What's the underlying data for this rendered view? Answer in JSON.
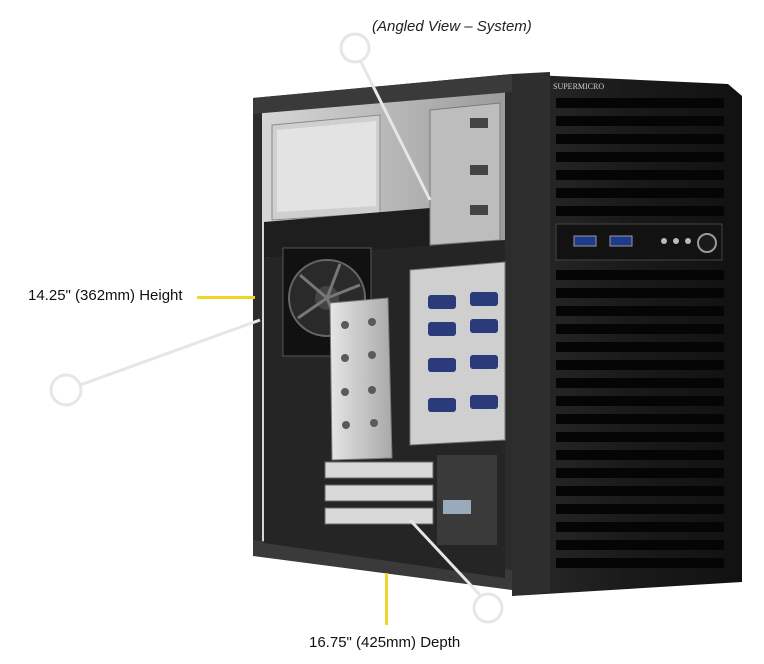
{
  "caption": "(Angled View – System)",
  "dimensions": {
    "height_label": "14.25\" (362mm) Height",
    "depth_label": "16.75\" (425mm) Depth"
  },
  "product": {
    "brand": "SUPERMICRO",
    "icons": [
      "usb-port-icon",
      "usb-port-icon",
      "led-indicator-icon",
      "led-indicator-icon",
      "led-indicator-icon",
      "power-button-icon",
      "cooling-fan-icon"
    ]
  },
  "colors": {
    "pointer": "#f2d52a",
    "chassis": "#1b1b1b",
    "interior": "#b9b9b9"
  }
}
